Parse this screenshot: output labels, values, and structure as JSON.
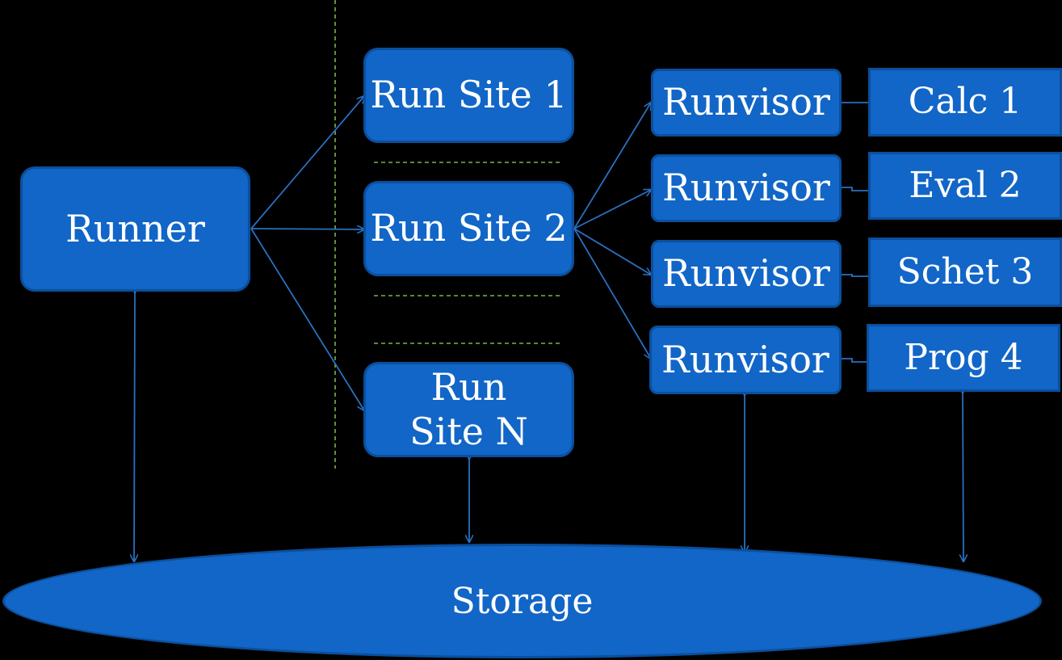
{
  "runner": "Runner",
  "run_sites": [
    "Run Site 1",
    "Run Site 2",
    "Run Site N"
  ],
  "runvisors": [
    "Runvisor",
    "Runvisor",
    "Runvisor",
    "Runvisor"
  ],
  "tasks": [
    "Calc 1",
    "Eval 2",
    "Schet 3",
    "Prog 4"
  ],
  "storage": "Storage",
  "colors": {
    "node_fill": "#1166c7",
    "node_border": "#0b4f9c",
    "connector": "#1f5fa8",
    "separator": "#7fb04a",
    "background": "#000000"
  }
}
